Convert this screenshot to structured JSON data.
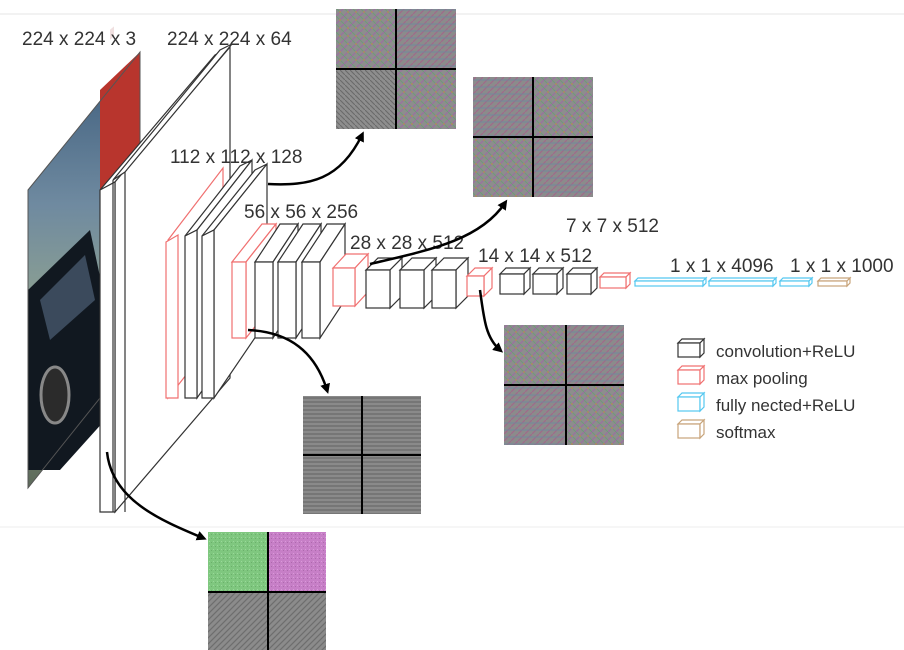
{
  "dimension_labels": {
    "input": "224 x 224 x 3",
    "conv1": "224 x 224 x 64",
    "conv2": "112 x 112 x 128",
    "conv3": "56 x 56 x 256",
    "conv4": "28 x 28 x 512",
    "conv5": "14 x 14 x 512",
    "pool5": "7 x 7 x 512",
    "fc1": "1 x 1 x 4096",
    "fc3": "1 x 1 x 1000"
  },
  "legend": [
    {
      "key": "conv",
      "label": "convolution+ReLU",
      "color": "#333333"
    },
    {
      "key": "pool",
      "label": "max pooling",
      "color": "#f07070"
    },
    {
      "key": "fc",
      "label": "fully nected+ReLU",
      "color": "#55c8f0"
    },
    {
      "key": "softmax",
      "label": "softmax",
      "color": "#c8a47a"
    }
  ],
  "colors": {
    "conv": "#333333",
    "pool": "#f07070",
    "fc": "#55c8f0",
    "softmax": "#c8a47a",
    "arrow": "#000000",
    "feature_bg": "#8a8a8a",
    "green_patch": "#7fc77f",
    "magenta_patch": "#c77fc7"
  }
}
